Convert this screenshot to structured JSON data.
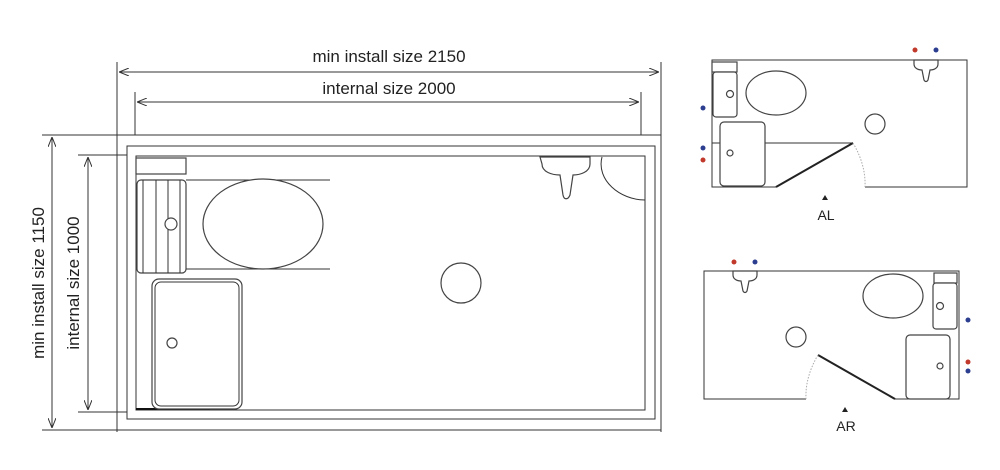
{
  "main_plan": {
    "dim_outer_width": "min install size 2150",
    "dim_inner_width": "internal size 2000",
    "dim_outer_height": "min install size 1150",
    "dim_inner_height": "internal size 1000"
  },
  "variants": [
    {
      "label": "AL"
    },
    {
      "label": "AR"
    }
  ],
  "colors": {
    "hot": "#c0392b",
    "cold": "#2c3e8f",
    "line": "#333333"
  }
}
